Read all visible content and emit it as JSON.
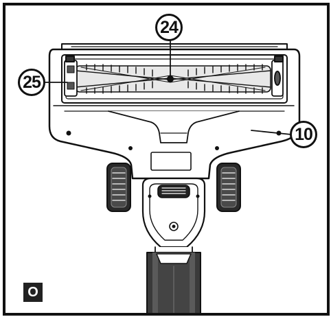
{
  "diagram": {
    "panel_label": "O",
    "callouts": [
      {
        "id": "24",
        "label": "24"
      },
      {
        "id": "25",
        "label": "25"
      },
      {
        "id": "10",
        "label": "10"
      }
    ]
  }
}
